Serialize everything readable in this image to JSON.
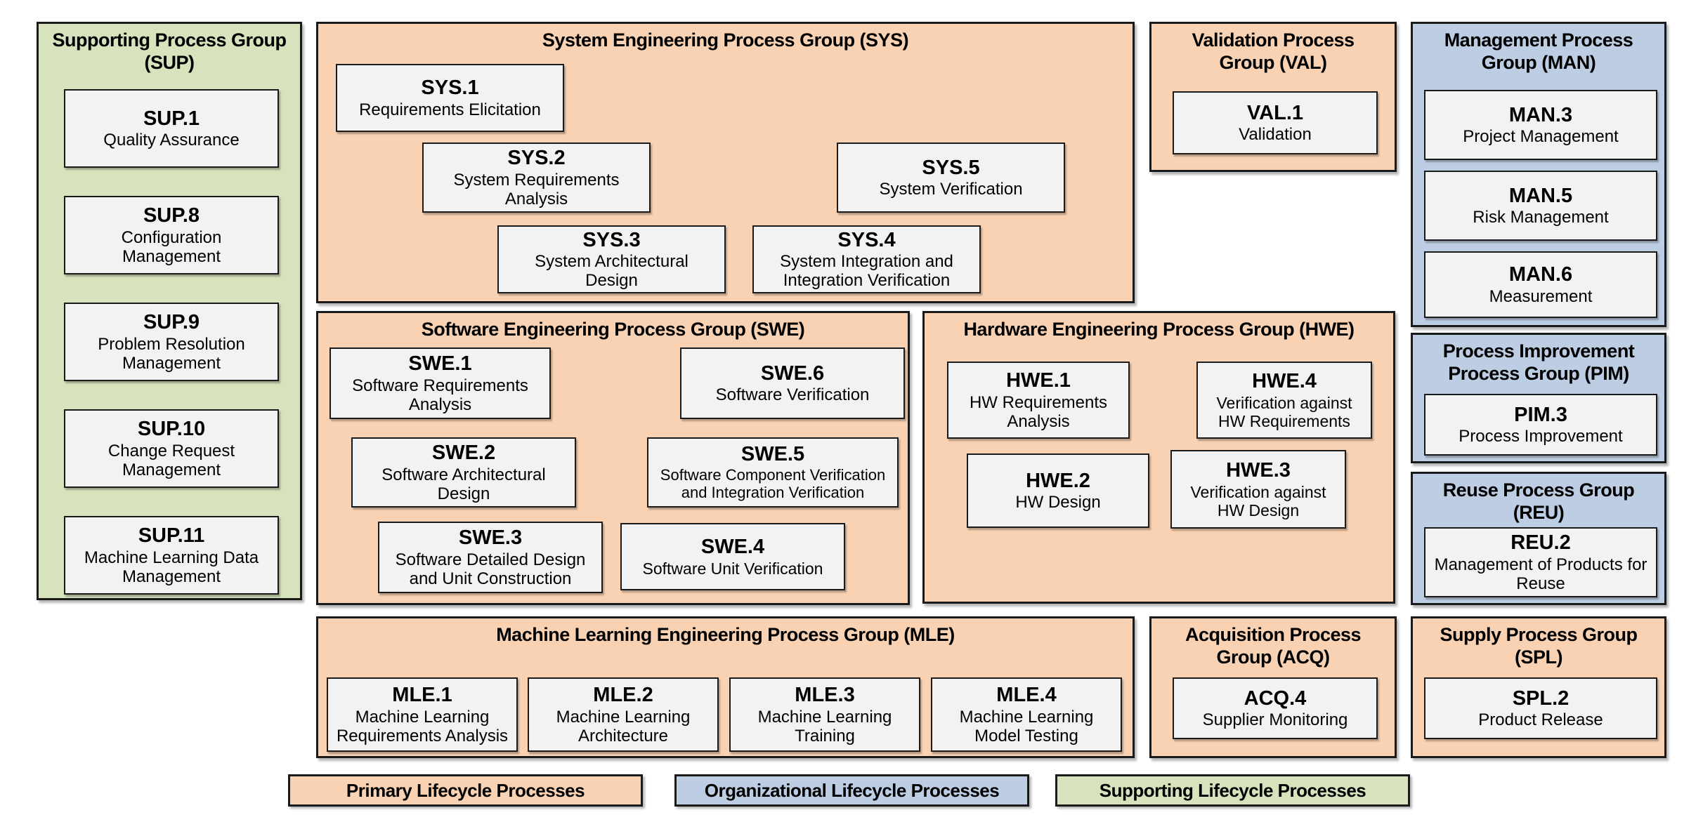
{
  "diagram": {
    "colors": {
      "primary_lifecycle": "#F9D2B3",
      "organizational_lifecycle": "#BDCDE3",
      "supporting_lifecycle": "#D6E3BD",
      "process_box_fill": "#F2F2F2",
      "border": "#1A1A1A"
    },
    "groups": [
      {
        "id": "sup",
        "category": "supporting",
        "title": "Supporting Process Group\n(SUP)",
        "boxes": [
          {
            "code": "SUP.1",
            "label": "Quality Assurance"
          },
          {
            "code": "SUP.8",
            "label": "Configuration\nManagement"
          },
          {
            "code": "SUP.9",
            "label": "Problem Resolution\nManagement"
          },
          {
            "code": "SUP.10",
            "label": "Change Request\nManagement"
          },
          {
            "code": "SUP.11",
            "label": "Machine Learning Data\nManagement"
          }
        ]
      },
      {
        "id": "sys",
        "category": "primary",
        "title": "System Engineering Process Group (SYS)",
        "boxes": [
          {
            "code": "SYS.1",
            "label": "Requirements Elicitation"
          },
          {
            "code": "SYS.2",
            "label": "System Requirements\nAnalysis"
          },
          {
            "code": "SYS.3",
            "label": "System Architectural\nDesign"
          },
          {
            "code": "SYS.4",
            "label": "System Integration and\nIntegration Verification"
          },
          {
            "code": "SYS.5",
            "label": "System Verification"
          }
        ]
      },
      {
        "id": "val",
        "category": "primary",
        "title": "Validation Process\nGroup (VAL)",
        "boxes": [
          {
            "code": "VAL.1",
            "label": "Validation"
          }
        ]
      },
      {
        "id": "man",
        "category": "organizational",
        "title": "Management Process\nGroup (MAN)",
        "boxes": [
          {
            "code": "MAN.3",
            "label": "Project Management"
          },
          {
            "code": "MAN.5",
            "label": "Risk Management"
          },
          {
            "code": "MAN.6",
            "label": "Measurement"
          }
        ]
      },
      {
        "id": "swe",
        "category": "primary",
        "title": "Software Engineering Process Group (SWE)",
        "boxes": [
          {
            "code": "SWE.1",
            "label": "Software Requirements\nAnalysis"
          },
          {
            "code": "SWE.2",
            "label": "Software Architectural\nDesign"
          },
          {
            "code": "SWE.3",
            "label": "Software Detailed Design\nand Unit Construction"
          },
          {
            "code": "SWE.4",
            "label": "Software Unit Verification"
          },
          {
            "code": "SWE.5",
            "label": "Software Component Verification\nand Integration Verification"
          },
          {
            "code": "SWE.6",
            "label": "Software Verification"
          }
        ]
      },
      {
        "id": "hwe",
        "category": "primary",
        "title": "Hardware Engineering Process Group (HWE)",
        "boxes": [
          {
            "code": "HWE.1",
            "label": "HW Requirements\nAnalysis"
          },
          {
            "code": "HWE.2",
            "label": "HW Design"
          },
          {
            "code": "HWE.3",
            "label": "Verification against\nHW Design"
          },
          {
            "code": "HWE.4",
            "label": "Verification against\nHW Requirements"
          }
        ]
      },
      {
        "id": "pim",
        "category": "organizational",
        "title": "Process Improvement\nProcess Group (PIM)",
        "boxes": [
          {
            "code": "PIM.3",
            "label": "Process Improvement"
          }
        ]
      },
      {
        "id": "reu",
        "category": "organizational",
        "title": "Reuse Process Group\n(REU)",
        "boxes": [
          {
            "code": "REU.2",
            "label": "Management of Products for\nReuse"
          }
        ]
      },
      {
        "id": "mle",
        "category": "primary",
        "title": "Machine Learning Engineering Process Group (MLE)",
        "boxes": [
          {
            "code": "MLE.1",
            "label": "Machine Learning\nRequirements Analysis"
          },
          {
            "code": "MLE.2",
            "label": "Machine Learning\nArchitecture"
          },
          {
            "code": "MLE.3",
            "label": "Machine Learning\nTraining"
          },
          {
            "code": "MLE.4",
            "label": "Machine Learning\nModel Testing"
          }
        ]
      },
      {
        "id": "acq",
        "category": "primary",
        "title": "Acquisition Process\nGroup (ACQ)",
        "boxes": [
          {
            "code": "ACQ.4",
            "label": "Supplier Monitoring"
          }
        ]
      },
      {
        "id": "spl",
        "category": "primary",
        "title": "Supply Process Group\n(SPL)",
        "boxes": [
          {
            "code": "SPL.2",
            "label": "Product Release"
          }
        ]
      }
    ],
    "legend": [
      {
        "label": "Primary Lifecycle Processes",
        "category": "primary"
      },
      {
        "label": "Organizational Lifecycle Processes",
        "category": "organizational"
      },
      {
        "label": "Supporting Lifecycle Processes",
        "category": "supporting"
      }
    ]
  }
}
